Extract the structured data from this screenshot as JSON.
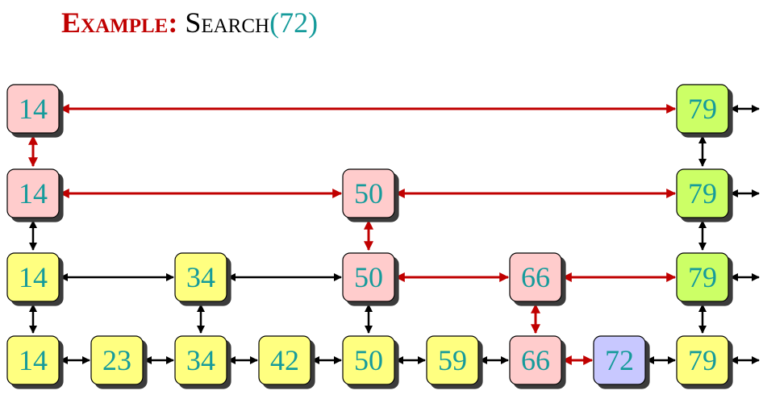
{
  "title": {
    "part1": "Example:",
    "part2": "Search",
    "part3": "(72)"
  },
  "colors": {
    "yellow": "#ffff80",
    "pink": "#ffcccc",
    "green": "#ccff66",
    "purple": "#c8c8ff",
    "text": "#169b9b",
    "path": "#c00000",
    "link": "#000000"
  },
  "levels": [
    {
      "level": 3,
      "keys": [
        "14",
        "79"
      ]
    },
    {
      "level": 2,
      "keys": [
        "14",
        "50",
        "79"
      ]
    },
    {
      "level": 1,
      "keys": [
        "14",
        "34",
        "50",
        "66",
        "79"
      ]
    },
    {
      "level": 0,
      "keys": [
        "14",
        "23",
        "34",
        "42",
        "50",
        "59",
        "66",
        "72",
        "79"
      ]
    }
  ],
  "search_key": "72",
  "search_path": [
    "L3:14",
    "L3:79",
    "L2:14",
    "L2:50",
    "L2:79",
    "L1:50",
    "L1:66",
    "L1:79",
    "L0:66",
    "L0:72"
  ],
  "target_node": "L0:72"
}
